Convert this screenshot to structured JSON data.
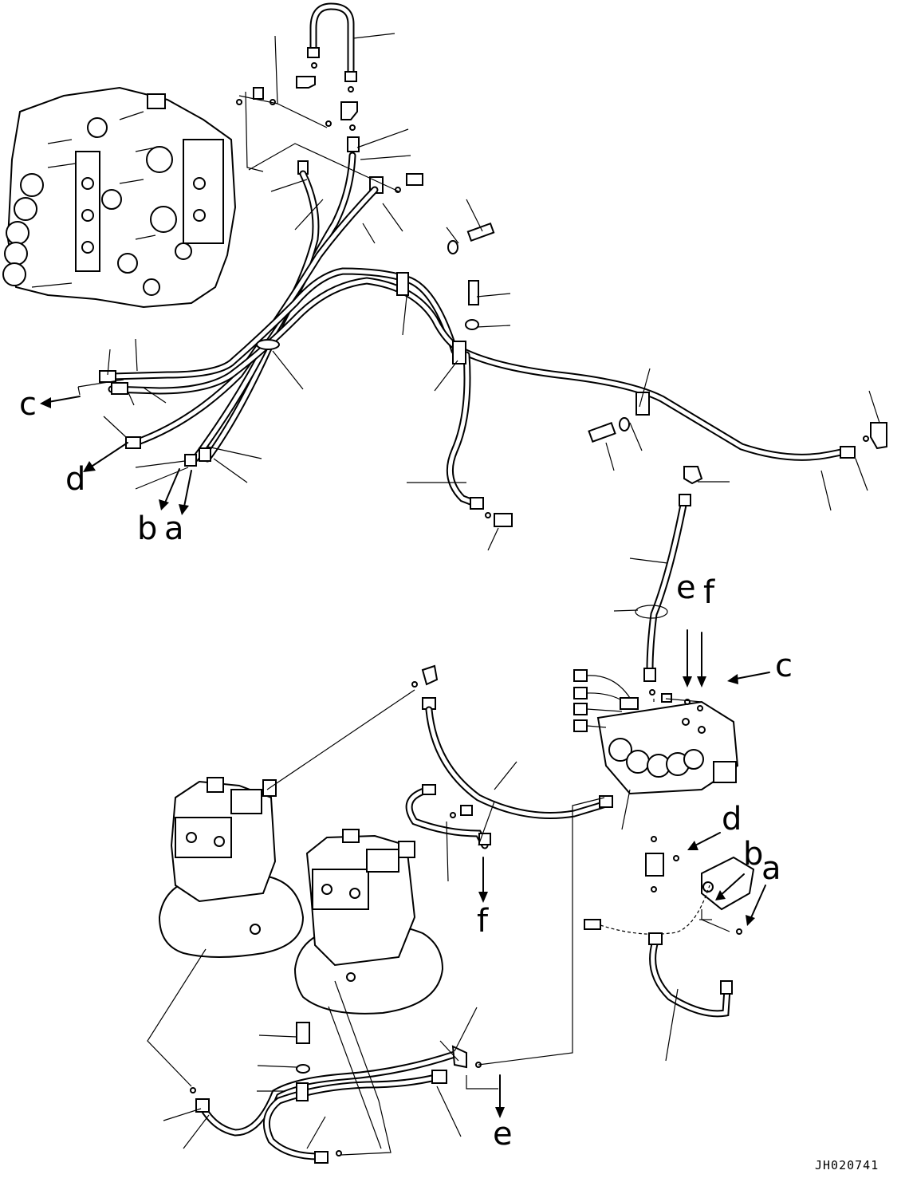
{
  "drawing": {
    "doc_code": "JH020741",
    "callouts": {
      "c_top": "c",
      "d_top": "d",
      "b_top": "b",
      "a_top": "a",
      "e_mid": "e",
      "f_mid": "f",
      "c_mid": "c",
      "d_mid": "d",
      "b_mid": "b",
      "a_mid": "a",
      "f_low": "f",
      "e_low": "e"
    }
  }
}
